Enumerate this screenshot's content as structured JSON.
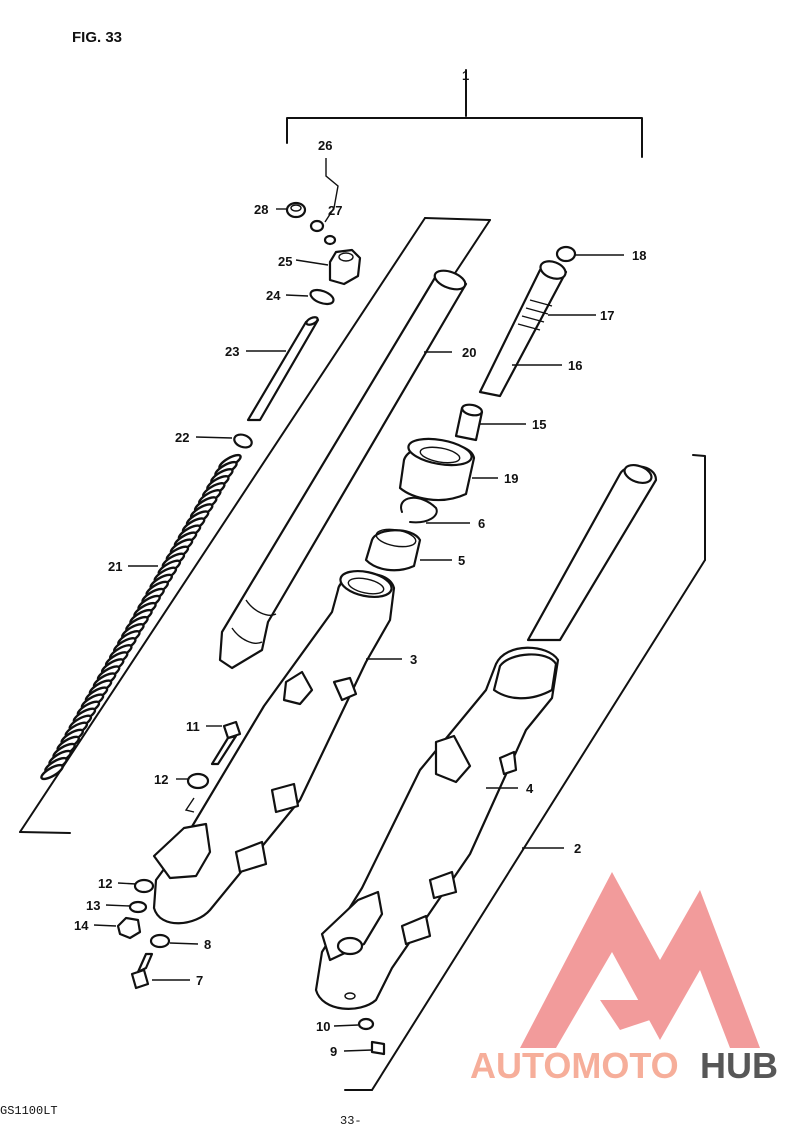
{
  "figure": {
    "title": "FIG. 33",
    "model": "GS1100LT",
    "page": "33-"
  },
  "assembly_numbers": {
    "fork_assembly": "1",
    "left_assembly": "2"
  },
  "callouts": [
    {
      "n": "26"
    },
    {
      "n": "28"
    },
    {
      "n": "27"
    },
    {
      "n": "25"
    },
    {
      "n": "24"
    },
    {
      "n": "23"
    },
    {
      "n": "22"
    },
    {
      "n": "21"
    },
    {
      "n": "20"
    },
    {
      "n": "18"
    },
    {
      "n": "17"
    },
    {
      "n": "16"
    },
    {
      "n": "15"
    },
    {
      "n": "19"
    },
    {
      "n": "6"
    },
    {
      "n": "5"
    },
    {
      "n": "3"
    },
    {
      "n": "11"
    },
    {
      "n": "12"
    },
    {
      "n": "4"
    },
    {
      "n": "2"
    },
    {
      "n": "12"
    },
    {
      "n": "13"
    },
    {
      "n": "14"
    },
    {
      "n": "8"
    },
    {
      "n": "7"
    },
    {
      "n": "10"
    },
    {
      "n": "9"
    }
  ],
  "watermark": {
    "text_a": "AUTOMOTO",
    "text_b": "HUB",
    "color_a": "#f5a089",
    "color_b": "#3a3a3a",
    "logo_color": "#f08a8a"
  }
}
